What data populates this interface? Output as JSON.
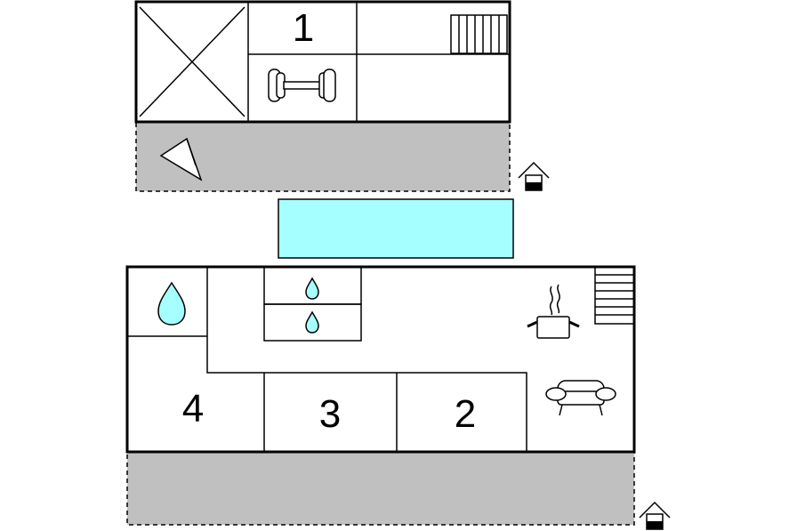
{
  "floors": [
    {
      "name": "upper-floor",
      "rooms": [
        {
          "id": "bedroom-1",
          "label": "1"
        }
      ],
      "icons": [
        "void-cross-icon",
        "fitness-dumbbell-icon",
        "stairs-icon",
        "terrace-icon",
        "entrance-house-icon"
      ]
    },
    {
      "name": "ground-floor",
      "rooms": [
        {
          "id": "bedroom-4",
          "label": "4"
        },
        {
          "id": "bedroom-3",
          "label": "3"
        },
        {
          "id": "bedroom-2",
          "label": "2"
        }
      ],
      "icons": [
        "shower-drop-icon",
        "wc-drop-icon",
        "bath-drop-icon",
        "kitchen-pot-icon",
        "sofa-icon",
        "stairs-icon",
        "terrace-icon",
        "entrance-house-icon"
      ]
    }
  ],
  "pool": {
    "icon": "swimming-pool",
    "color": "#a6ffff"
  },
  "colors": {
    "terrace": "#c0c0c0",
    "water": "#a6ffff",
    "wall": "#000000"
  }
}
